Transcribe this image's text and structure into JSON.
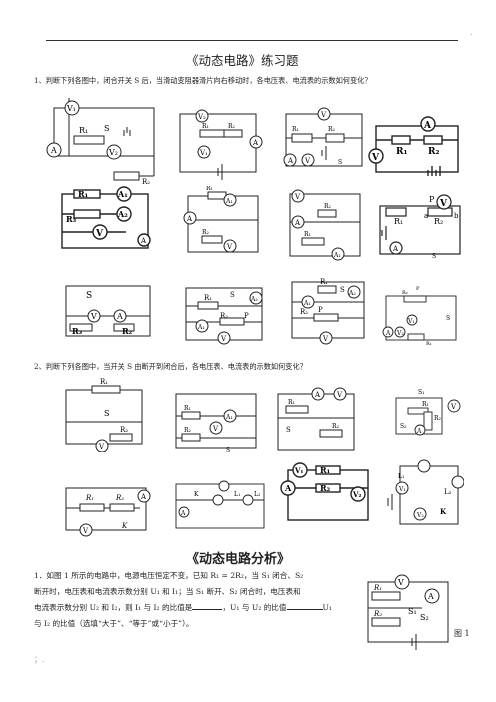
{
  "page": {
    "corner_mark": ".",
    "title": "《动态电路》练习题",
    "q1": "1、判断下列各图中，闭合开关 S 后，当滑动变阻器滑片向右移动时，各电压表、电流表的示数如何变化？",
    "q2": "2、判断下列各图中，当开关 S 由断开到闭合后，各电压表、电流表的示数如何变化？",
    "section_title": "《动态电路分析》",
    "p1_l1": "1．如图 1 所示的电路中，电源电压恒定不变，已知 R₁ = 2R₂，当 S₁ 闭合、S₂",
    "p1_l2": "断开时，电压表和电流表示数分别 U₁ 和 I₁；当 S₁ 断开、S₂ 闭合时，电压表和",
    "p1_l3a": "电流表示数分别 U₂ 和 I₂，则 I₁ 与 I₂ 的比值是",
    "p1_l3b": "，U₁ 与 U₂ 的比值",
    "p1_l3c": "U₁",
    "p1_l4": "与 I₂ 的比值（选填“大于”、“等于”或“小于”）。",
    "fig_label": "图 1",
    "footer_mark": "；."
  },
  "labels": {
    "V": "V",
    "V1": "V₁",
    "V2": "V₂",
    "A": "A",
    "A1": "A₁",
    "A2": "A₂",
    "R1": "R₁",
    "R2": "R₂",
    "R3": "R₃",
    "S": "S",
    "S1": "S₁",
    "S2": "S₂",
    "P": "P",
    "K": "K",
    "L1": "L₁",
    "L2": "L₂",
    "a": "a",
    "b": "b",
    "R": "R"
  }
}
